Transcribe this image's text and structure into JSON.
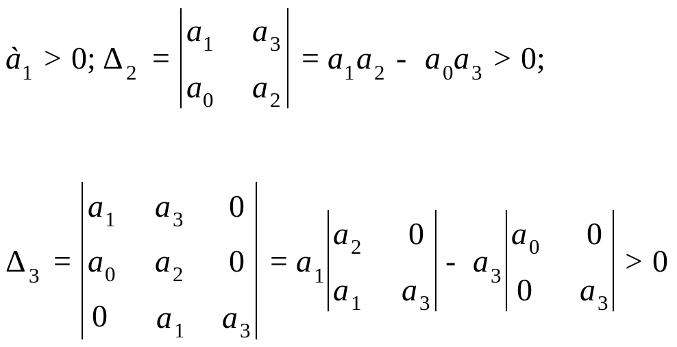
{
  "equation1": {
    "a1_var": "à",
    "a1_sub": "1",
    "gt1": ">",
    "zero_semi": "0;",
    "delta": "Δ",
    "delta_sub": "2",
    "eq1": "=",
    "det": {
      "r1c1_v": "a",
      "r1c1_s": "1",
      "r1c2_v": "a",
      "r1c2_s": "3",
      "r2c1_v": "a",
      "r2c1_s": "0",
      "r2c2_v": "a",
      "r2c2_s": "2"
    },
    "eq2": "=",
    "p1_v": "a",
    "p1_s": "1",
    "p2_v": "a",
    "p2_s": "2",
    "minus": "-",
    "p3_v": "a",
    "p3_s": "0",
    "p4_v": "a",
    "p4_s": "3",
    "gt2": ">",
    "end": "0;"
  },
  "equation2": {
    "delta": "Δ",
    "delta_sub": "3",
    "eq1": "=",
    "det3": {
      "r1c1_v": "a",
      "r1c1_s": "1",
      "r1c2_v": "a",
      "r1c2_s": "3",
      "r1c3": "0",
      "r2c1_v": "a",
      "r2c1_s": "0",
      "r2c2_v": "a",
      "r2c2_s": "2",
      "r2c3": "0",
      "r3c1": "0",
      "r3c2_v": "a",
      "r3c2_s": "1",
      "r3c3_v": "a",
      "r3c3_s": "3"
    },
    "eq2": "=",
    "coef1_v": "a",
    "coef1_s": "1",
    "detA": {
      "r1c1_v": "a",
      "r1c1_s": "2",
      "r1c2": "0",
      "r2c1_v": "a",
      "r2c1_s": "1",
      "r2c2_v": "a",
      "r2c2_s": "3"
    },
    "minus": "-",
    "coef2_v": "a",
    "coef2_s": "3",
    "detB": {
      "r1c1_v": "a",
      "r1c1_s": "0",
      "r1c2": "0",
      "r2c1": "0",
      "r2c2_v": "a",
      "r2c2_s": "3"
    },
    "gt": ">",
    "end": "0"
  }
}
